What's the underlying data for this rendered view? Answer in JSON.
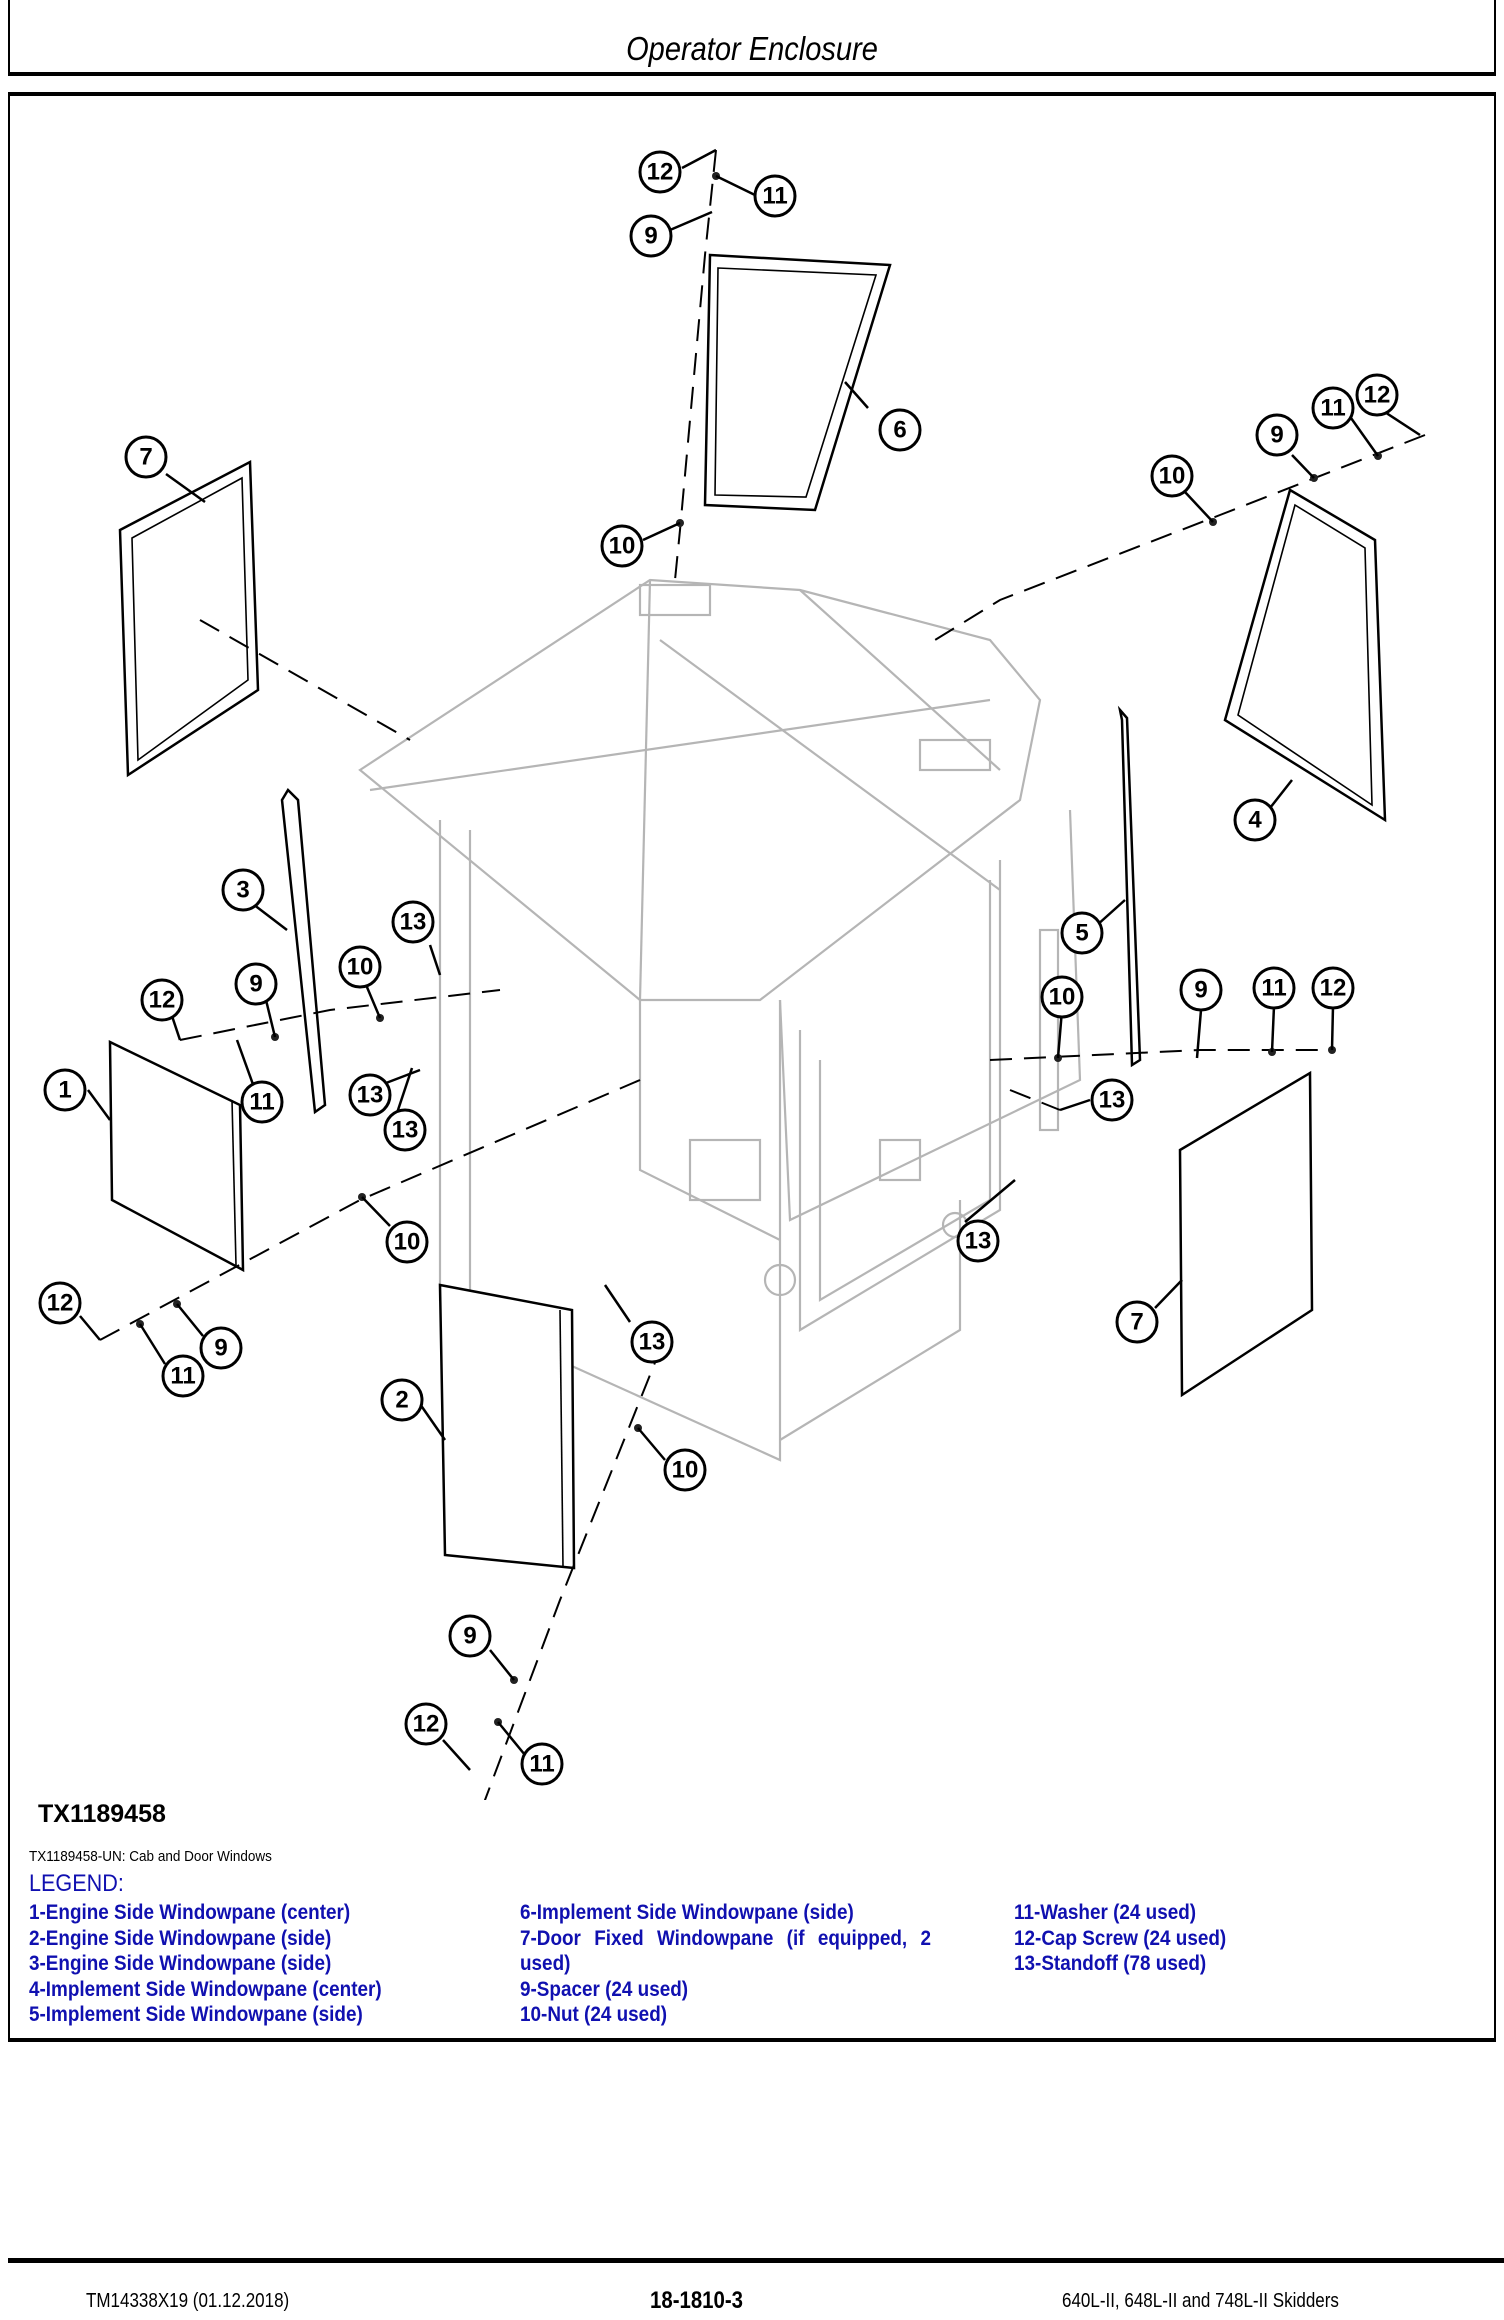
{
  "header": {
    "title": "Operator Enclosure"
  },
  "figure": {
    "id": "TX1189458",
    "caption": "TX1189458-UN: Cab and Door Windows",
    "callouts": [
      "12",
      "11",
      "9",
      "6",
      "10",
      "7",
      "12",
      "11",
      "9",
      "10",
      "4",
      "3",
      "13",
      "5",
      "9",
      "10",
      "12",
      "11",
      "10",
      "9",
      "11",
      "12",
      "1",
      "11",
      "13",
      "13",
      "13",
      "10",
      "13",
      "12",
      "9",
      "11",
      "13",
      "7",
      "2",
      "10",
      "9",
      "12",
      "11"
    ]
  },
  "legend": {
    "heading": "LEGEND:",
    "col1": [
      "1-Engine Side Windowpane (center)",
      "2-Engine Side Windowpane (side)",
      "3-Engine Side Windowpane (side)",
      "4-Implement Side Windowpane (center)",
      "5-Implement Side Windowpane (side)"
    ],
    "col2": [
      "6-Implement Side Windowpane (side)",
      "7-Door Fixed Windowpane (if equipped, 2",
      "used)",
      "9-Spacer (24 used)",
      "10-Nut (24 used)"
    ],
    "col3": [
      "11-Washer (24 used)",
      "12-Cap Screw (24 used)",
      "13-Standoff (78 used)"
    ]
  },
  "footer": {
    "left": "TM14338X19 (01.12.2018)",
    "center": "18-1810-3",
    "right": "640L-II, 648L-II and 748L-II Skidders"
  }
}
